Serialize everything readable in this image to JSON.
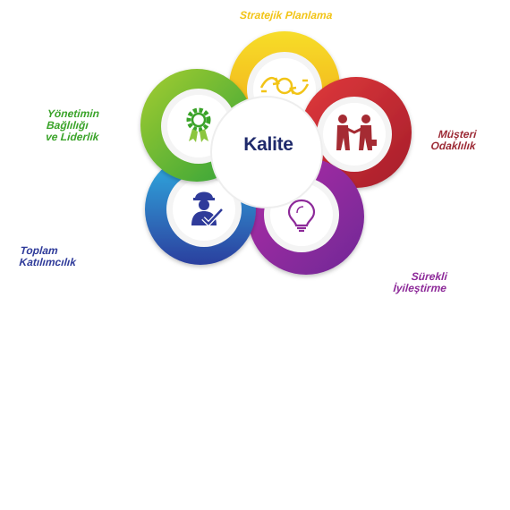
{
  "center": {
    "label": "Kalite"
  },
  "segments": [
    {
      "id": "strategic",
      "lines": [
        "Stratejik Planlama"
      ],
      "color": "#f2c417",
      "icon": "cycle-arrows-icon"
    },
    {
      "id": "customer",
      "lines": [
        "Müşteri",
        "Odaklılık"
      ],
      "color": "#9c2a35",
      "icon": "handshake-icon"
    },
    {
      "id": "improvement",
      "lines": [
        "Sürekli",
        "İyileştirme"
      ],
      "color": "#8d2a99",
      "icon": "lightbulb-icon"
    },
    {
      "id": "participation",
      "lines": [
        "Toplam",
        "Katılımcılık"
      ],
      "color": "#2f3b9a",
      "icon": "worker-check-icon"
    },
    {
      "id": "leadership",
      "lines": [
        "Yönetimin",
        "Bağlılığı",
        "ve Liderlik"
      ],
      "color": "#3aa329",
      "icon": "gear-award-icon"
    }
  ]
}
